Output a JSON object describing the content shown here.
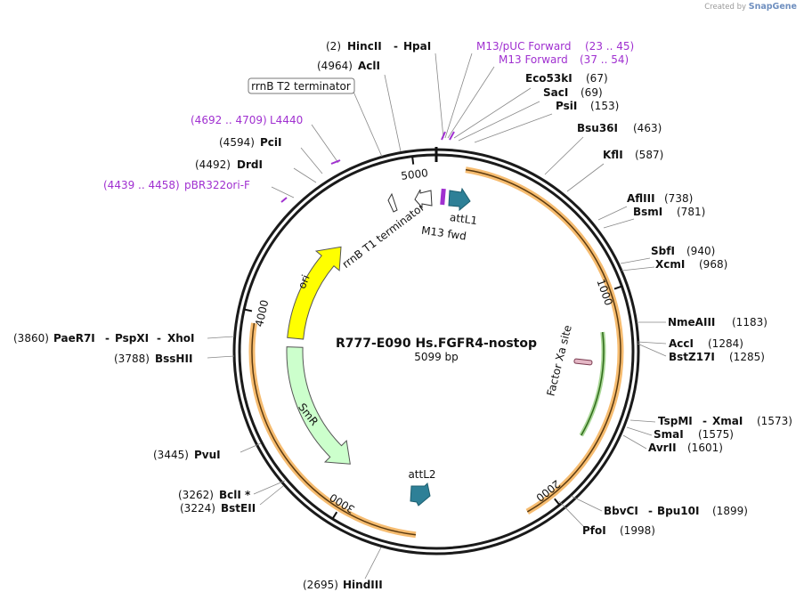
{
  "credit": {
    "prefix": "Created by",
    "brand": "SnapGene"
  },
  "plasmid": {
    "name": "R777-E090 Hs.FGFR4-nostop",
    "size_label": "5099 bp",
    "length": 5099
  },
  "ticks": [
    "1000",
    "2000",
    "3000",
    "4000",
    "5000"
  ],
  "features": {
    "fgfr4": {
      "start": 130,
      "end": 2130
    },
    "smr": {
      "start": 3080,
      "end": 3850,
      "label": "SmR"
    },
    "ori": {
      "start": 3900,
      "end": 4500,
      "label": "ori"
    },
    "rrnB_t1": "rrnB T1 terminator",
    "m13_fwd": "M13 fwd",
    "attL1": "attL1",
    "attL2": "attL2",
    "factor_xa": "Factor Xa site",
    "rrnB_t2": "rrnB T2 terminator"
  },
  "sites_right": {
    "eco53ki": {
      "name": "Eco53kI",
      "pos": "(67)"
    },
    "saci": {
      "name": "SacI",
      "pos": "(69)"
    },
    "psii": {
      "name": "PsiI",
      "pos": "(153)"
    },
    "bsu36i": {
      "name": "Bsu36I",
      "pos": "(463)"
    },
    "kfli": {
      "name": "KflI",
      "pos": "(587)"
    },
    "aflIII": {
      "name": "AflIII",
      "pos": "(738)"
    },
    "bsmi": {
      "name": "BsmI",
      "pos": "(781)"
    },
    "sbfi": {
      "name": "SbfI",
      "pos": "(940)"
    },
    "xcmi": {
      "name": "XcmI",
      "pos": "(968)"
    },
    "nmeaiii": {
      "name": "NmeAIII",
      "pos": "(1183)"
    },
    "acci": {
      "name": "AccI",
      "pos": "(1284)"
    },
    "bstz17i": {
      "name": "BstZ17I",
      "pos": "(1285)"
    },
    "tspmi": {
      "name": "TspMI",
      "sep": "-",
      "name2": "XmaI",
      "pos": "(1573)"
    },
    "smai": {
      "name": "SmaI",
      "pos": "(1575)"
    },
    "avrii": {
      "name": "AvrII",
      "pos": "(1601)"
    },
    "bbvci": {
      "name": "BbvCI",
      "sep": "-",
      "name2": "Bpu10I",
      "pos": "(1899)"
    },
    "pfoi": {
      "name": "PfoI",
      "pos": "(1998)"
    }
  },
  "sites_left": {
    "hincii": {
      "pos": "(2)",
      "name": "HincII",
      "sep": "-",
      "name2": "HpaI"
    },
    "acli": {
      "pos": "(4964)",
      "name": "AclI"
    },
    "pcii": {
      "pos": "(4594)",
      "name": "PciI"
    },
    "drdi": {
      "pos": "(4492)",
      "name": "DrdI"
    },
    "paer7i": {
      "pos": "(3860)",
      "name": "PaeR7I",
      "sep1": "-",
      "name2": "PspXI",
      "sep2": "-",
      "name3": "XhoI"
    },
    "bsshii": {
      "pos": "(3788)",
      "name": "BssHII"
    },
    "pvui": {
      "pos": "(3445)",
      "name": "PvuI"
    },
    "bcli": {
      "pos": "(3262)",
      "name": "BclI",
      "mark": "*"
    },
    "bsteii": {
      "pos": "(3224)",
      "name": "BstEII"
    },
    "hindiii": {
      "pos": "(2695)",
      "name": "HindIII"
    }
  },
  "primers": {
    "m13puc": {
      "name": "M13/pUC Forward",
      "range": "(23 .. 45)"
    },
    "m13fwd": {
      "name": "M13 Forward",
      "range": "(37 .. 54)"
    },
    "l4440": {
      "range": "(4692 .. 4709)",
      "name": "L4440"
    },
    "pbr322": {
      "range": "(4439 .. 4458)",
      "name": "pBR322ori-F"
    }
  },
  "colors": {
    "backbone": "#1a1a1a",
    "fgfr4": "#f3a640",
    "ori": "#ffff00",
    "smr": "#ccffcc",
    "att": "#2e8097",
    "primer": "#a030d0",
    "factor_xa": "#55b030"
  }
}
